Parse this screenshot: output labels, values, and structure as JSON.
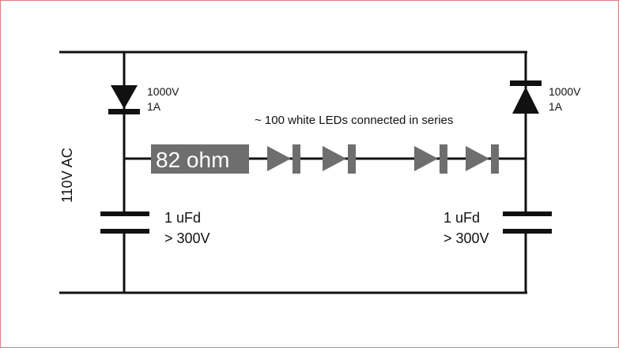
{
  "labels": {
    "source": "110V AC",
    "diode_left_voltage": "1000V",
    "diode_left_current": "1A",
    "diode_right_voltage": "1000V",
    "diode_right_current": "1A",
    "led_note": "~ 100 white LEDs connected in series",
    "resistor": "82 ohm",
    "cap_left_value": "1 uFd",
    "cap_left_rating": "> 300V",
    "cap_right_value": "1 uFd",
    "cap_right_rating": "> 300V"
  },
  "colors": {
    "wire": "#111111",
    "component": "#6e6e6e",
    "frame": "#e07a7a"
  }
}
